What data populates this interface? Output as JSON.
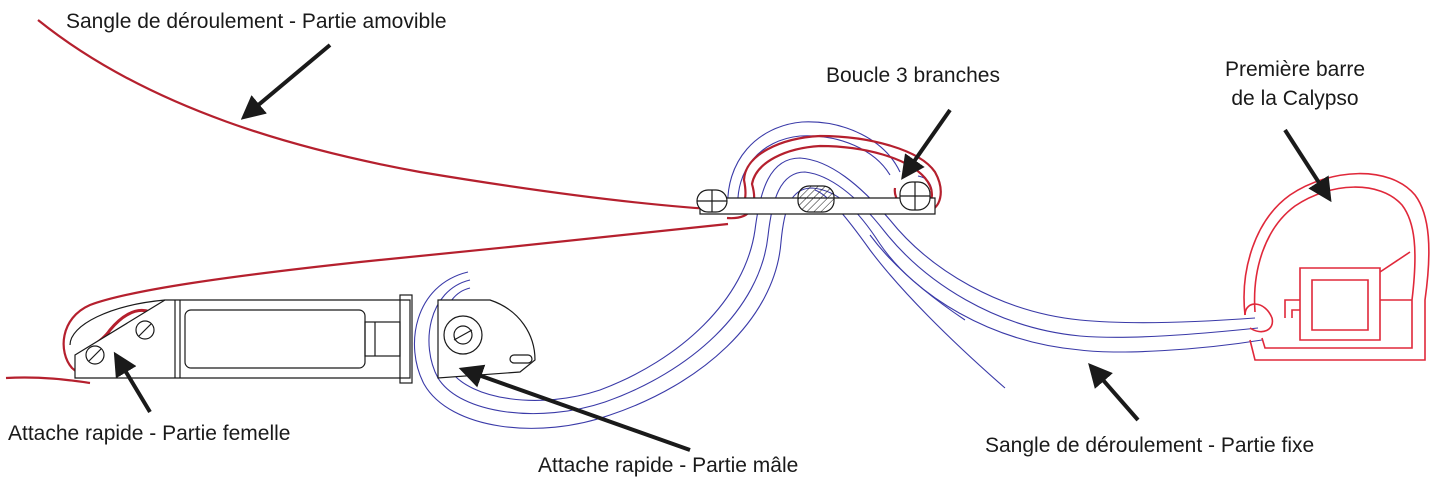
{
  "labels": {
    "strap_removable": "Sangle de déroulement - Partie amovible",
    "buckle": "Boucle 3 branches",
    "first_bar_line1": "Première barre",
    "first_bar_line2": "de la Calypso",
    "quick_female": "Attache rapide - Partie femelle",
    "quick_male": "Attache rapide - Partie mâle",
    "strap_fixed": "Sangle de déroulement - Partie fixe"
  },
  "colors": {
    "strap_removable": "#b5202e",
    "strap_fixed": "#3a3aa8",
    "bar_profile": "#e0283a",
    "hardware": "#1a1a1a"
  }
}
